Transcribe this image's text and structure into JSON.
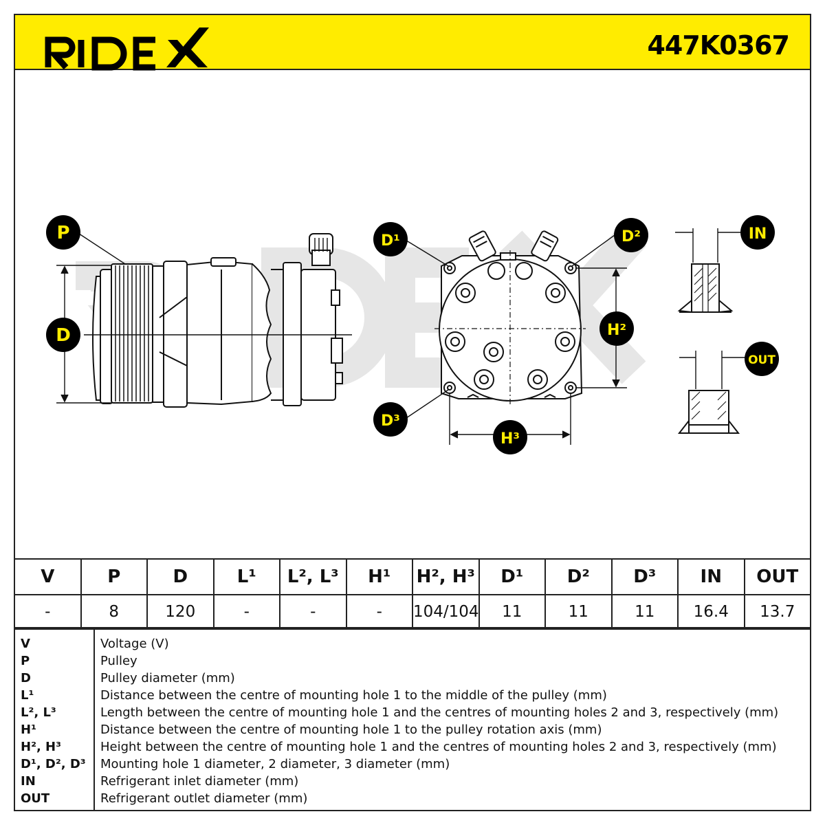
{
  "brand": {
    "logo_text": "RIDEX",
    "part_number": "447K0367"
  },
  "badges": {
    "P": "P",
    "D": "D",
    "D1": "D¹",
    "D2": "D²",
    "D3": "D³",
    "H2": "H²",
    "H3": "H³",
    "IN": "IN",
    "OUT": "OUT"
  },
  "table": {
    "headers": [
      "V",
      "P",
      "D",
      "L¹",
      "L², L³",
      "H¹",
      "H², H³",
      "D¹",
      "D²",
      "D³",
      "IN",
      "OUT"
    ],
    "values": [
      "-",
      "8",
      "120",
      "-",
      "-",
      "-",
      "104/104",
      "11",
      "11",
      "11",
      "16.4",
      "13.7"
    ]
  },
  "legend": [
    {
      "key": "V",
      "desc": "Voltage (V)"
    },
    {
      "key": "P",
      "desc": "Pulley"
    },
    {
      "key": "D",
      "desc": "Pulley diameter (mm)"
    },
    {
      "key": "L¹",
      "desc": "Distance between the centre of mounting hole 1 to the middle of the pulley (mm)"
    },
    {
      "key": "L², L³",
      "desc": "Length between the centre of mounting hole 1 and the centres of mounting holes 2 and 3, respectively (mm)"
    },
    {
      "key": "H¹",
      "desc": "Distance between the centre of mounting hole 1 to the pulley rotation axis (mm)"
    },
    {
      "key": "H², H³",
      "desc": "Height between the centre of mounting hole 1 and the centres of mounting holes 2 and 3, respectively (mm)"
    },
    {
      "key": "D¹, D², D³",
      "desc": "Mounting hole 1 diameter, 2 diameter, 3 diameter (mm)"
    },
    {
      "key": "IN",
      "desc": "Refrigerant inlet diameter (mm)"
    },
    {
      "key": "OUT",
      "desc": "Refrigerant outlet diameter (mm)"
    }
  ],
  "colors": {
    "brand_yellow": "#ffec00",
    "ink": "#111111",
    "badge_bg": "#000000"
  }
}
